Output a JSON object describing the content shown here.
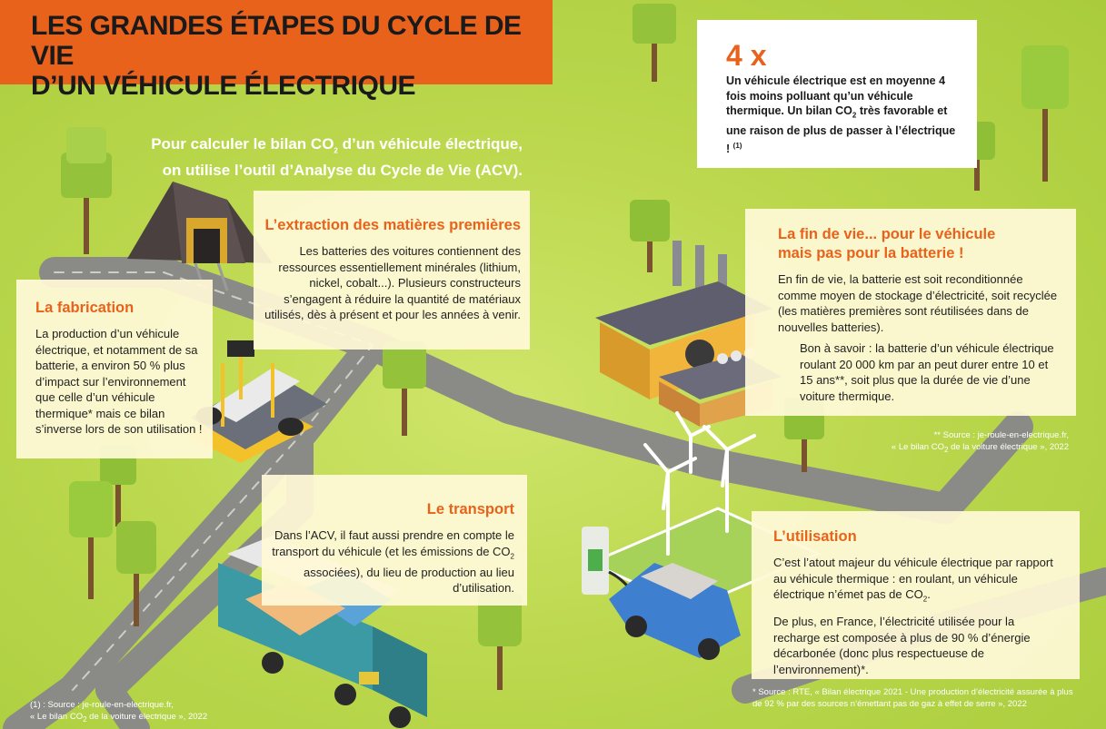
{
  "title_lines": [
    "LES GRANDES ÉTAPES DU CYCLE DE VIE",
    "D’UN VÉHICULE ÉLECTRIQUE"
  ],
  "intro": {
    "line1_before": "Pour calculer le bilan CO",
    "line1_after": " d’un véhicule électrique,",
    "line2": "on utilise l’outil d’Analyse du Cycle de Vie (ACV)."
  },
  "callout": {
    "big": "4 x",
    "text_before": "Un véhicule électrique est en moyenne 4 fois moins polluant qu’un véhicule thermique. Un bilan CO",
    "text_after": " très favorable et une raison de plus de passer à l’électrique !",
    "note": "(1)"
  },
  "extraction": {
    "title": "L’extraction des matières premières",
    "body": "Les batteries des voitures contiennent des ressources essentiellement minérales (lithium, nickel, cobalt...). Plusieurs constructeurs s’engagent à réduire la quantité de matériaux utilisés, dès à présent et pour les années à venir."
  },
  "fabrication": {
    "title": "La fabrication",
    "body": "La production d’un véhicule électrique, et notamment de sa batterie, a environ 50 % plus d’impact sur l’environnement que celle d’un véhicule thermique* mais ce bilan s’inverse lors de son utilisation !"
  },
  "transport": {
    "title": "Le transport",
    "body_before": "Dans l’ACV, il faut aussi prendre en compte le transport du véhicule (et les émissions de CO",
    "body_after": " associées), du lieu de production au lieu d’utilisation."
  },
  "fin_de_vie": {
    "title_lines": [
      "La fin de vie... pour le véhicule",
      "mais pas pour la batterie !"
    ],
    "p1": "En fin de vie, la batterie est soit reconditionnée comme moyen de stockage d’électricité, soit recyclée (les matières premières sont réutilisées dans de nouvelles batteries).",
    "p2": "Bon à savoir : la batterie d’un véhicule électrique roulant 20 000 km par an peut durer entre 10 et 15 ans**, soit plus que la durée de vie d’une voiture thermique."
  },
  "source2": {
    "line1": "** Source : je-roule-en-electrique.fr,",
    "line2_before": "« Le bilan CO",
    "line2_after": " de la voiture électrique », 2022"
  },
  "utilisation": {
    "title": "L’utilisation",
    "p1_before": "C’est l’atout majeur du véhicule électrique par rapport au véhicule thermique : en roulant, un véhicule électrique n’émet pas de CO",
    "p1_after": ".",
    "p2": "De plus, en France, l’électricité utilisée pour la recharge est composée à plus de 90 % d’énergie décarbonée (donc plus respectueuse de l’environnement)*."
  },
  "source_rte": "* Source : RTE, « Bilan électrique 2021 - Une production d’électricité assurée à plus de 92 % par des sources n’émettant pas de gaz à effet de serre », 2022",
  "source1": {
    "line1": "(1) : Source : je-roule-en-electrique.fr,",
    "line2_before": "« Le bilan CO",
    "line2_after": " de la voiture électrique », 2022"
  },
  "sub_two": "2",
  "colors": {
    "accent": "#e9621b",
    "grass": "#bcd84e",
    "road": "#8a8a86",
    "panel": "#fff9d7"
  }
}
